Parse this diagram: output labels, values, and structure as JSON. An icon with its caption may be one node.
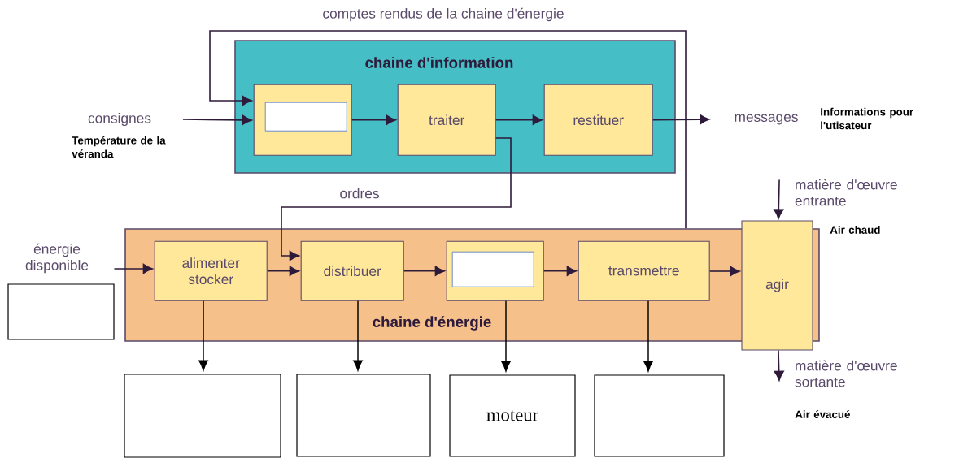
{
  "diagram": {
    "nodes": [
      {
        "text": [
          "chaine d'information"
        ]
      },
      {
        "text": [],
        "shape": "box",
        "in": 0
      },
      {
        "text": [
          "traiter"
        ],
        "in": 0
      },
      {
        "text": [
          "restituer"
        ],
        "in": 0
      },
      {
        "text": [
          "consignes"
        ],
        "beside": [
          "Température de la véranda"
        ]
      },
      {
        "text": [
          "messages"
        ],
        "beside": [
          "Informations pour l'utisateur"
        ]
      },
      {
        "text": [
          "chaine d'énergie"
        ]
      },
      {
        "text": [
          "alimenter stocker"
        ],
        "in": 6
      },
      {
        "text": [
          "distribuer"
        ],
        "in": 6
      },
      {
        "text": [],
        "shape": "box",
        "in": 6
      },
      {
        "text": [
          "transmettre"
        ],
        "in": 6
      },
      {
        "text": [
          "agir"
        ]
      },
      {
        "text": [
          "énergie disponible"
        ]
      },
      {
        "text": [
          "matière d'œuvre entrante"
        ],
        "beside": [
          "Air chaud"
        ]
      },
      {
        "text": [
          "matière d'œuvre sortante"
        ],
        "beside": [
          "Air évacué"
        ]
      },
      {
        "text": [],
        "shape": "box"
      },
      {
        "text": [],
        "shape": "box"
      },
      {
        "text": [],
        "shape": "box"
      },
      {
        "text": [
          "moteur"
        ]
      },
      {
        "text": [],
        "shape": "box"
      }
    ],
    "edges": [
      {
        "from": 4,
        "to": 1,
        "arrow": "to"
      },
      {
        "from": 6,
        "to": 1,
        "arrow": "to",
        "label": "comptes rendus de la chaine d'énergie"
      },
      {
        "from": 1,
        "to": 2,
        "arrow": "to"
      },
      {
        "from": 2,
        "to": 3,
        "arrow": "to"
      },
      {
        "from": 3,
        "to": 5,
        "arrow": "to"
      },
      {
        "from": 2,
        "to": 8,
        "arrow": "to",
        "label": "ordres"
      },
      {
        "from": 12,
        "to": 7,
        "arrow": "to"
      },
      {
        "from": 7,
        "to": 8,
        "arrow": "to"
      },
      {
        "from": 8,
        "to": 9,
        "arrow": "to"
      },
      {
        "from": 9,
        "to": 10,
        "arrow": "to"
      },
      {
        "from": 10,
        "to": 11,
        "arrow": "to"
      },
      {
        "from": 13,
        "to": 11,
        "arrow": "to"
      },
      {
        "from": 11,
        "to": 14,
        "arrow": "to"
      },
      {
        "from": 7,
        "to": 16,
        "arrow": "to",
        "color": "#000000"
      },
      {
        "from": 8,
        "to": 17,
        "arrow": "to",
        "color": "#000000"
      },
      {
        "from": 9,
        "to": 18,
        "arrow": "to",
        "color": "#000000"
      },
      {
        "from": 10,
        "to": 19,
        "arrow": "to",
        "color": "#000000"
      }
    ]
  }
}
